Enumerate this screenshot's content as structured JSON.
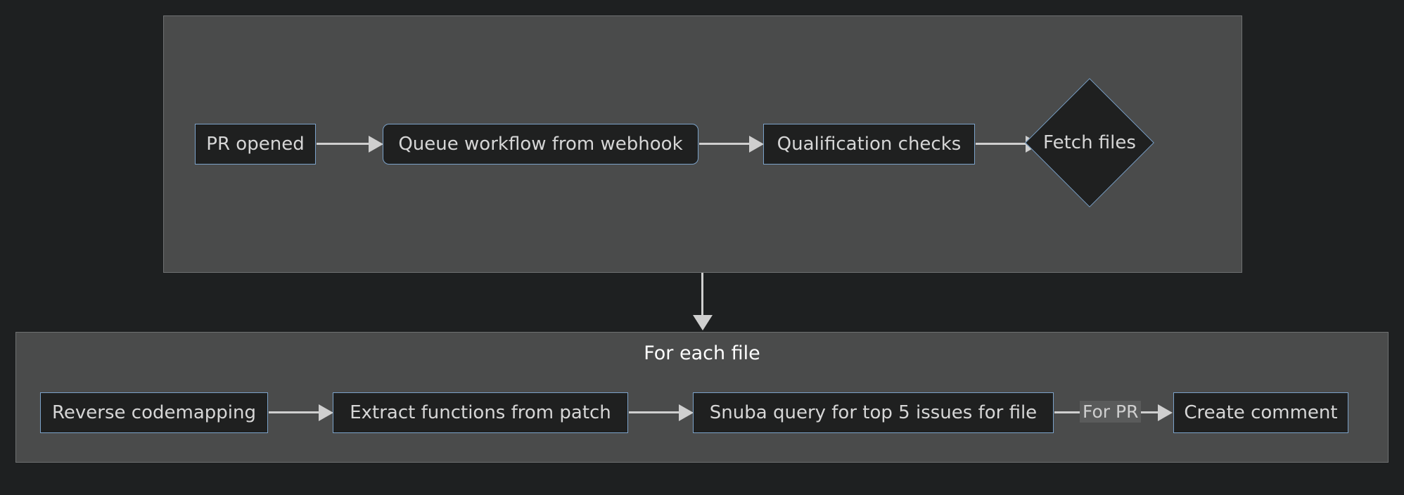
{
  "theme": {
    "page_background": "#1e2021",
    "subgraph_background": "#4a4b4b",
    "subgraph_border": "#6e7071",
    "node_background": "#1f2020",
    "node_border": "#7ba2c9",
    "node_text": "#d6d6d6",
    "edge_color": "#cfcfcf",
    "subgraph_title_text": "#ffffff",
    "edge_label_background": "#5a5b5b"
  },
  "diagram": {
    "type": "flowchart",
    "direction": "left-to-right",
    "subgraphs": [
      {
        "id": "top",
        "title": "",
        "nodes": [
          {
            "id": "pr-opened",
            "label": "PR opened",
            "shape": "rect"
          },
          {
            "id": "queue-workflow",
            "label": "Queue workflow from webhook",
            "shape": "rounded-rect"
          },
          {
            "id": "qualification-checks",
            "label": "Qualification checks",
            "shape": "rect"
          },
          {
            "id": "fetch-files",
            "label": "Fetch files",
            "shape": "diamond"
          }
        ]
      },
      {
        "id": "bottom",
        "title": "For each file",
        "nodes": [
          {
            "id": "reverse-codemapping",
            "label": "Reverse codemapping",
            "shape": "rect"
          },
          {
            "id": "extract-functions",
            "label": "Extract functions from patch",
            "shape": "rect"
          },
          {
            "id": "snuba-query",
            "label": "Snuba query for top 5 issues for file",
            "shape": "rect"
          },
          {
            "id": "create-comment",
            "label": "Create comment",
            "shape": "rect"
          }
        ]
      }
    ],
    "edges": [
      {
        "from": "pr-opened",
        "to": "queue-workflow",
        "label": "",
        "arrow": "right"
      },
      {
        "from": "queue-workflow",
        "to": "qualification-checks",
        "label": "",
        "arrow": "right"
      },
      {
        "from": "qualification-checks",
        "to": "fetch-files",
        "label": "",
        "arrow": "right"
      },
      {
        "from": "top",
        "to": "bottom",
        "label": "",
        "arrow": "down"
      },
      {
        "from": "reverse-codemapping",
        "to": "extract-functions",
        "label": "",
        "arrow": "right"
      },
      {
        "from": "extract-functions",
        "to": "snuba-query",
        "label": "",
        "arrow": "right"
      },
      {
        "from": "snuba-query",
        "to": "create-comment",
        "label": "For PR",
        "arrow": "right"
      }
    ]
  }
}
